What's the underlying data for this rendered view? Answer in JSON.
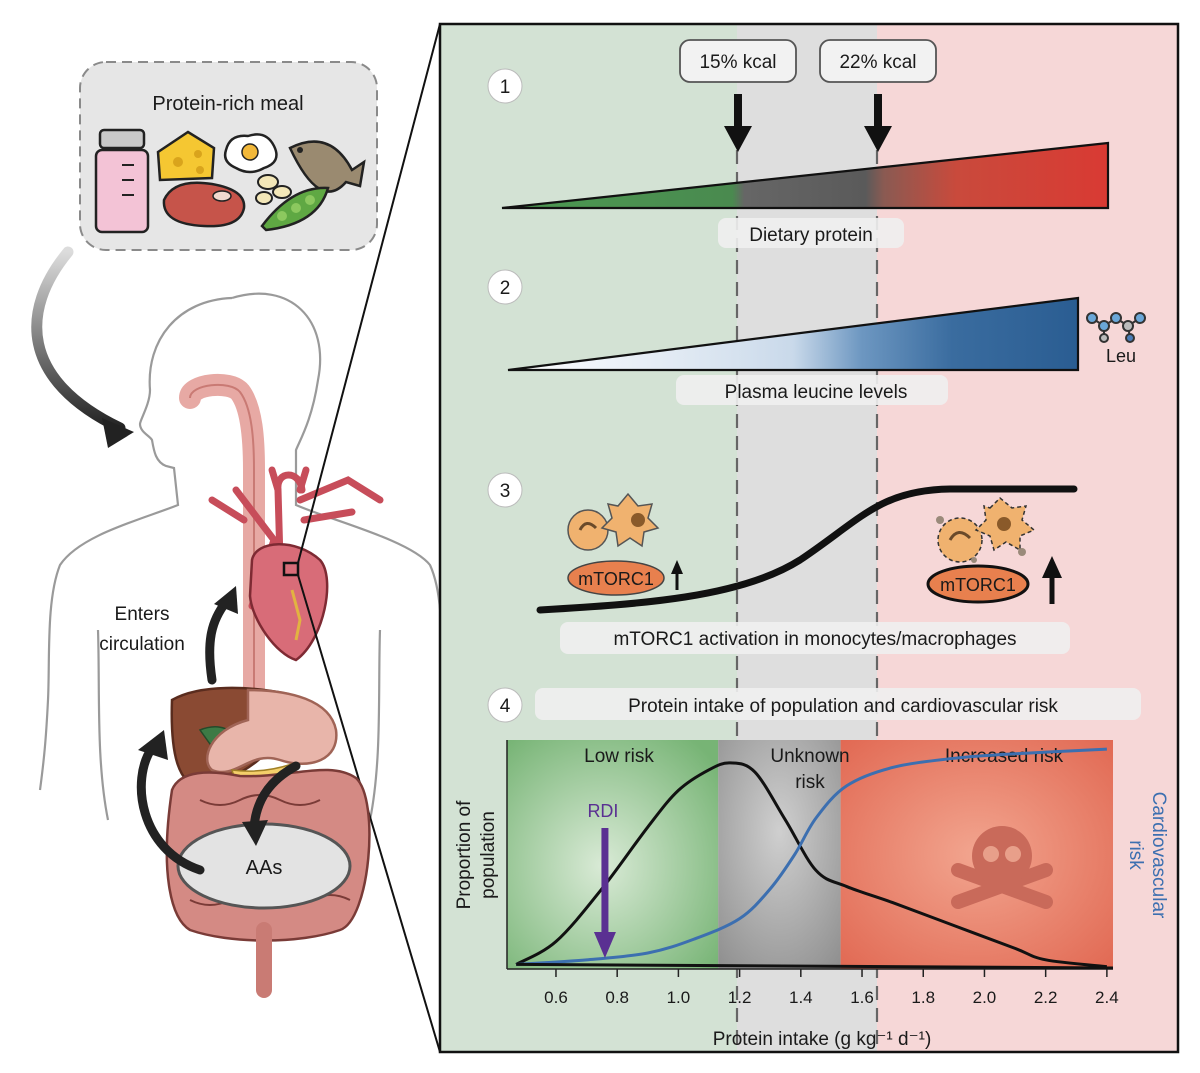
{
  "left_panel": {
    "meal_title": "Protein-rich meal",
    "enters_circulation_line1": "Enters",
    "enters_circulation_line2": "circulation",
    "aas_label": "AAs"
  },
  "panel": {
    "kcal_15": "15% kcal",
    "kcal_22": "22% kcal",
    "steps": [
      "1",
      "2",
      "3",
      "4"
    ],
    "dietary_protein": "Dietary protein",
    "plasma_leucine": "Plasma leucine levels",
    "leu_label": "Leu",
    "mtorc1_low": "mTORC1",
    "mtorc1_high": "mTORC1",
    "mtorc1_activation": "mTORC1 activation in monocytes/macrophages",
    "population_title": "Protein intake of population and cardiovascular risk"
  },
  "colors": {
    "low_zone": "#d3e2d4",
    "unknown_zone": "#dedede",
    "high_zone": "#f6d7d7",
    "green": "#3f8f4a",
    "red": "#d93a33",
    "blue": "#2a5d92",
    "rdi_purple": "#5a3092",
    "risk_line": "#3c6fb0"
  },
  "chart_data": {
    "type": "line",
    "xlabel": "Protein intake (g kg⁻¹ d⁻¹)",
    "ylabel": "Proportion of population",
    "ylabel_right": "Cardiovascular risk",
    "xlim": [
      0.44,
      2.42
    ],
    "ylim": [
      0,
      1
    ],
    "x_ticks": [
      0.6,
      0.8,
      1.0,
      1.2,
      1.4,
      1.6,
      1.8,
      2.0,
      2.2,
      2.4
    ],
    "zones": [
      {
        "label": "Low risk",
        "x_from": 0.44,
        "x_to": 1.13,
        "color": "#5aa85e"
      },
      {
        "label": "Unknown risk",
        "x_from": 1.13,
        "x_to": 1.53,
        "color": "#8a8a8a"
      },
      {
        "label": "Increased risk",
        "x_from": 1.53,
        "x_to": 2.42,
        "color": "#e2634f"
      }
    ],
    "annotations": [
      {
        "text": "RDI",
        "x": 0.76
      }
    ],
    "series": [
      {
        "x": [
          0.47,
          0.6,
          0.75,
          0.9,
          1.0,
          1.1,
          1.17,
          1.25,
          1.35,
          1.45,
          1.55,
          1.7,
          1.9,
          2.1,
          2.2,
          2.4
        ],
        "y": [
          0.02,
          0.12,
          0.35,
          0.62,
          0.78,
          0.87,
          0.9,
          0.86,
          0.65,
          0.43,
          0.36,
          0.29,
          0.19,
          0.09,
          0.04,
          0.01
        ]
      },
      {
        "x": [
          0.47,
          0.7,
          0.9,
          1.05,
          1.2,
          1.3,
          1.38,
          1.45,
          1.55,
          1.7,
          1.9,
          2.1,
          2.4
        ],
        "y": [
          0.02,
          0.04,
          0.07,
          0.13,
          0.22,
          0.35,
          0.5,
          0.66,
          0.8,
          0.88,
          0.92,
          0.94,
          0.96
        ]
      }
    ]
  }
}
